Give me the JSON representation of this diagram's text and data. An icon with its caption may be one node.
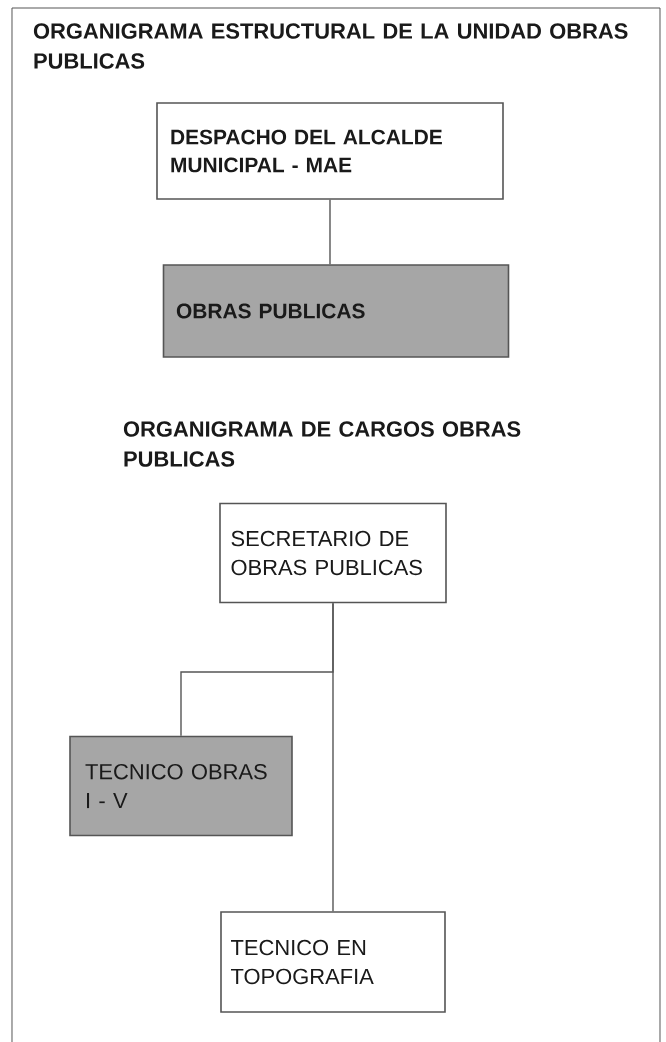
{
  "diagram": {
    "title": "ORGANIGRAMA ESTRUCTURAL DE LA UNIDAD OBRAS PUBLICAS",
    "nodes": [
      {
        "text": [
          "DESPACHO DEL ALCALDE MUNICIPAL - MAE"
        ]
      },
      {
        "text": [
          "OBRAS PUBLICAS"
        ]
      },
      {
        "text": [
          "SECRETARIO DE OBRAS PUBLICAS"
        ]
      },
      {
        "text": [
          "TECNICO OBRAS I - V"
        ]
      },
      {
        "text": [
          "TECNICO EN TOPOGRAFIA"
        ]
      }
    ],
    "edges": [
      {
        "from": 0,
        "to": 1,
        "arrow": "none"
      },
      {
        "from": 2,
        "to": 3,
        "arrow": "none"
      },
      {
        "from": 2,
        "to": 4,
        "arrow": "none"
      }
    ],
    "labels": [
      "ORGANIGRAMA DE CARGOS OBRAS PUBLICAS"
    ]
  }
}
